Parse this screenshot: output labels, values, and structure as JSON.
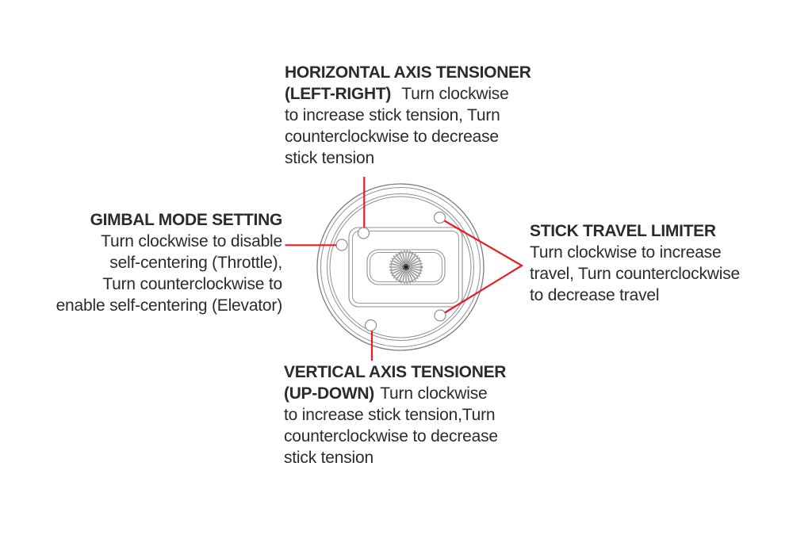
{
  "page": {
    "background": "#ffffff"
  },
  "colors": {
    "text": "#2b2b2b",
    "diagram_line": "#8f8f8f",
    "connector_red": "#e81c24"
  },
  "diagram": {
    "name": "gimbal-rear-view",
    "parts": [
      "horizontal-axis-tensioner-screw",
      "gimbal-mode-setting-screw",
      "stick-travel-limiter-screw-top",
      "stick-travel-limiter-screw-bottom",
      "vertical-axis-tensioner-screw",
      "tension-knob",
      "gimbal-plate",
      "stick-slot"
    ]
  },
  "annotations": {
    "top": {
      "heading": "HORIZONTAL AXIS TENSIONER",
      "subheading": "(LEFT-RIGHT)",
      "lines": [
        "Turn clockwise",
        "to increase stick tension, Turn",
        "counterclockwise to decrease",
        "stick tension"
      ]
    },
    "left": {
      "heading": "GIMBAL MODE SETTING",
      "lines": [
        "Turn clockwise to disable",
        "self-centering (Throttle),",
        "Turn counterclockwise to",
        "enable self-centering (Elevator)"
      ]
    },
    "right": {
      "heading": "STICK TRAVEL LIMITER",
      "lines": [
        "Turn clockwise to increase",
        "travel, Turn counterclockwise",
        "to decrease travel"
      ]
    },
    "bottom": {
      "heading": "VERTICAL AXIS TENSIONER",
      "subheading": "(UP-DOWN)",
      "lines": [
        "Turn clockwise",
        "to increase stick tension,Turn",
        "counterclockwise to decrease",
        "stick tension"
      ]
    }
  }
}
